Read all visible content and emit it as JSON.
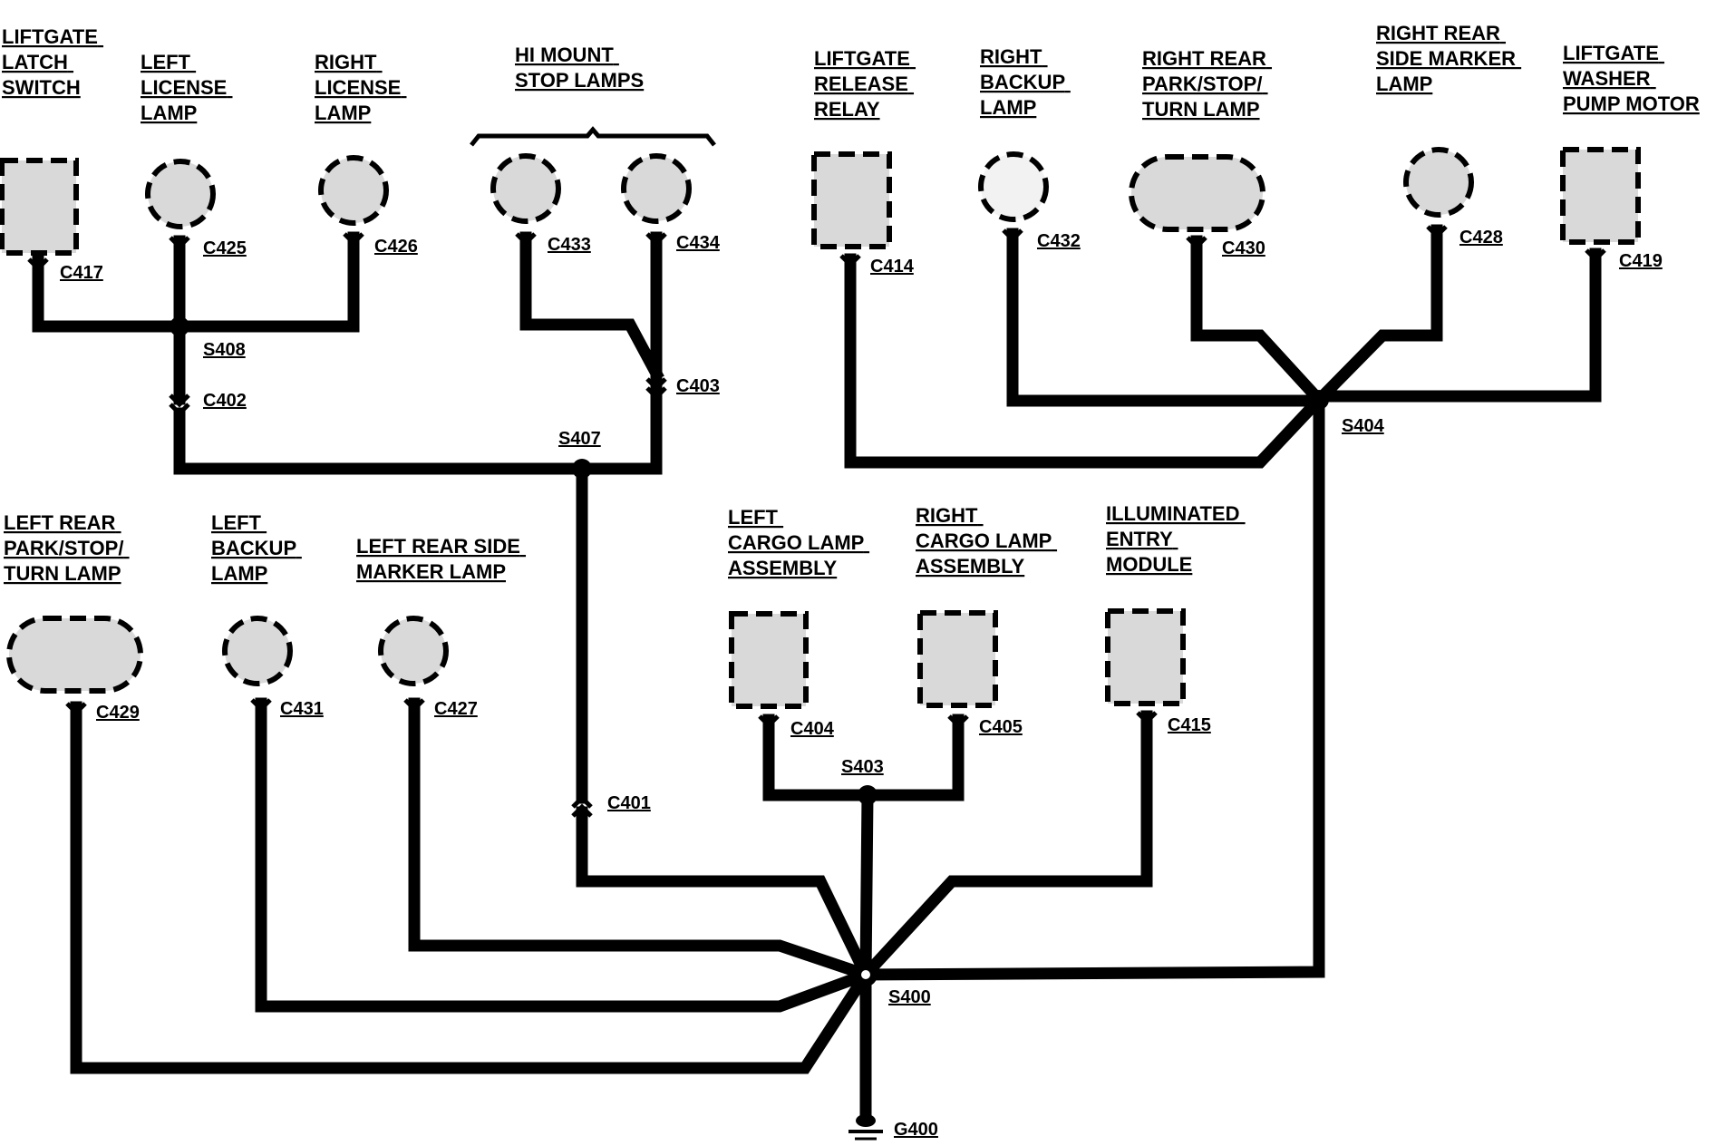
{
  "components": {
    "liftgate_latch_switch": [
      "LIFTGATE",
      "LATCH",
      "SWITCH"
    ],
    "left_license_lamp": [
      "LEFT",
      "LICENSE",
      "LAMP"
    ],
    "right_license_lamp": [
      "RIGHT",
      "LICENSE",
      "LAMP"
    ],
    "hi_mount_stop_lamps": [
      "HI MOUNT",
      "STOP LAMPS"
    ],
    "liftgate_release_relay": [
      "LIFTGATE",
      "RELEASE",
      "RELAY"
    ],
    "right_backup_lamp": [
      "RIGHT",
      "BACKUP",
      "LAMP"
    ],
    "right_rear_park_stop_turn_lamp": [
      "RIGHT REAR",
      "PARK/STOP/",
      "TURN LAMP"
    ],
    "right_rear_side_marker_lamp": [
      "RIGHT REAR",
      "SIDE MARKER",
      "LAMP"
    ],
    "liftgate_washer_pump_motor": [
      "LIFTGATE",
      "WASHER",
      "PUMP MOTOR"
    ],
    "left_rear_park_stop_turn_lamp": [
      "LEFT REAR",
      "PARK/STOP/",
      "TURN LAMP"
    ],
    "left_backup_lamp": [
      "LEFT",
      "BACKUP",
      "LAMP"
    ],
    "left_rear_side_marker_lamp": [
      "LEFT REAR SIDE",
      "MARKER LAMP"
    ],
    "left_cargo_lamp_assembly": [
      "LEFT",
      "CARGO LAMP",
      "ASSEMBLY"
    ],
    "right_cargo_lamp_assembly": [
      "RIGHT",
      "CARGO LAMP",
      "ASSEMBLY"
    ],
    "illuminated_entry_module": [
      "ILLUMINATED",
      "ENTRY",
      "MODULE"
    ]
  },
  "connectors": {
    "c417": "C417",
    "c425": "C425",
    "c426": "C426",
    "c433": "C433",
    "c434": "C434",
    "c402": "C402",
    "c403": "C403",
    "c414": "C414",
    "c432": "C432",
    "c430": "C430",
    "c428": "C428",
    "c419": "C419",
    "c429": "C429",
    "c431": "C431",
    "c427": "C427",
    "c401": "C401",
    "c404": "C404",
    "c405": "C405",
    "c415": "C415"
  },
  "splices": {
    "s408": "S408",
    "s407": "S407",
    "s404": "S404",
    "s403": "S403",
    "s400": "S400"
  },
  "ground": {
    "g400": "G400"
  }
}
